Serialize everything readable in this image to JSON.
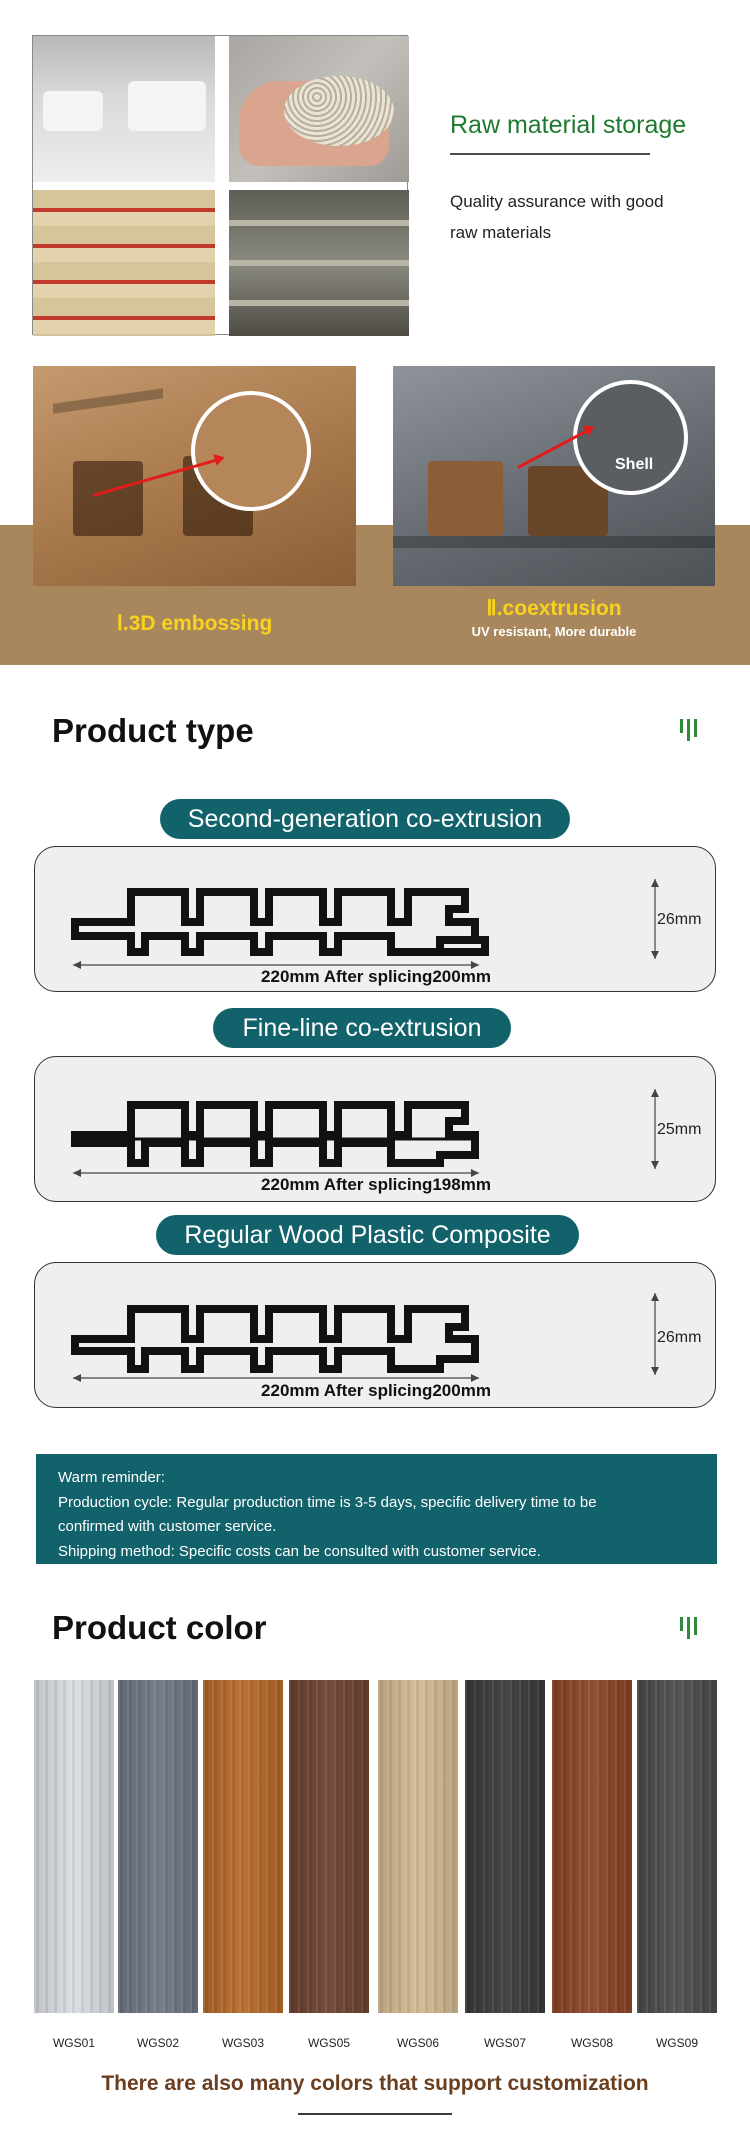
{
  "raw_material": {
    "title": "Raw material storage",
    "description_line1": "Quality assurance with good",
    "description_line2": "raw materials"
  },
  "finishes": {
    "embossing_label": "Ⅰ.3D embossing",
    "coextrusion_label": "Ⅱ.coextrusion",
    "coextrusion_sub": "UV resistant, More durable",
    "shell_label": "Shell"
  },
  "product_type": {
    "title": "Product type",
    "types": [
      {
        "name": "Second-generation co-extrusion",
        "width_text": "220mm After splicing200mm",
        "height_text": "26mm"
      },
      {
        "name": "Fine-line co-extrusion",
        "width_text": "220mm After splicing198mm",
        "height_text": "25mm"
      },
      {
        "name": "Regular Wood Plastic Composite",
        "width_text": "220mm After splicing200mm",
        "height_text": "26mm"
      }
    ]
  },
  "reminder": {
    "heading": "Warm reminder:",
    "line1": "Production cycle: Regular production time is 3-5 days, specific delivery time to be",
    "line2": "confirmed with customer service.",
    "line3": "Shipping method: Specific costs can be consulted with customer service."
  },
  "product_color": {
    "title": "Product color",
    "swatches": [
      {
        "code": "WGS01",
        "color": "#d9dde3"
      },
      {
        "code": "WGS02",
        "color": "#6f7784"
      },
      {
        "code": "WGS03",
        "color": "#b86a2a"
      },
      {
        "code": "WGS05",
        "color": "#6e4232"
      },
      {
        "code": "WGS06",
        "color": "#d3b991"
      },
      {
        "code": "WGS07",
        "color": "#3b3b3d"
      },
      {
        "code": "WGS08",
        "color": "#8c4526"
      },
      {
        "code": "WGS09",
        "color": "#4c4c4b"
      }
    ],
    "custom_note": "There are also many colors that support customization"
  },
  "colors": {
    "brand_green": "#1f7a2f",
    "teal": "#12626c",
    "tan_band": "#a8875c",
    "gold_text": "#f8d21e"
  }
}
